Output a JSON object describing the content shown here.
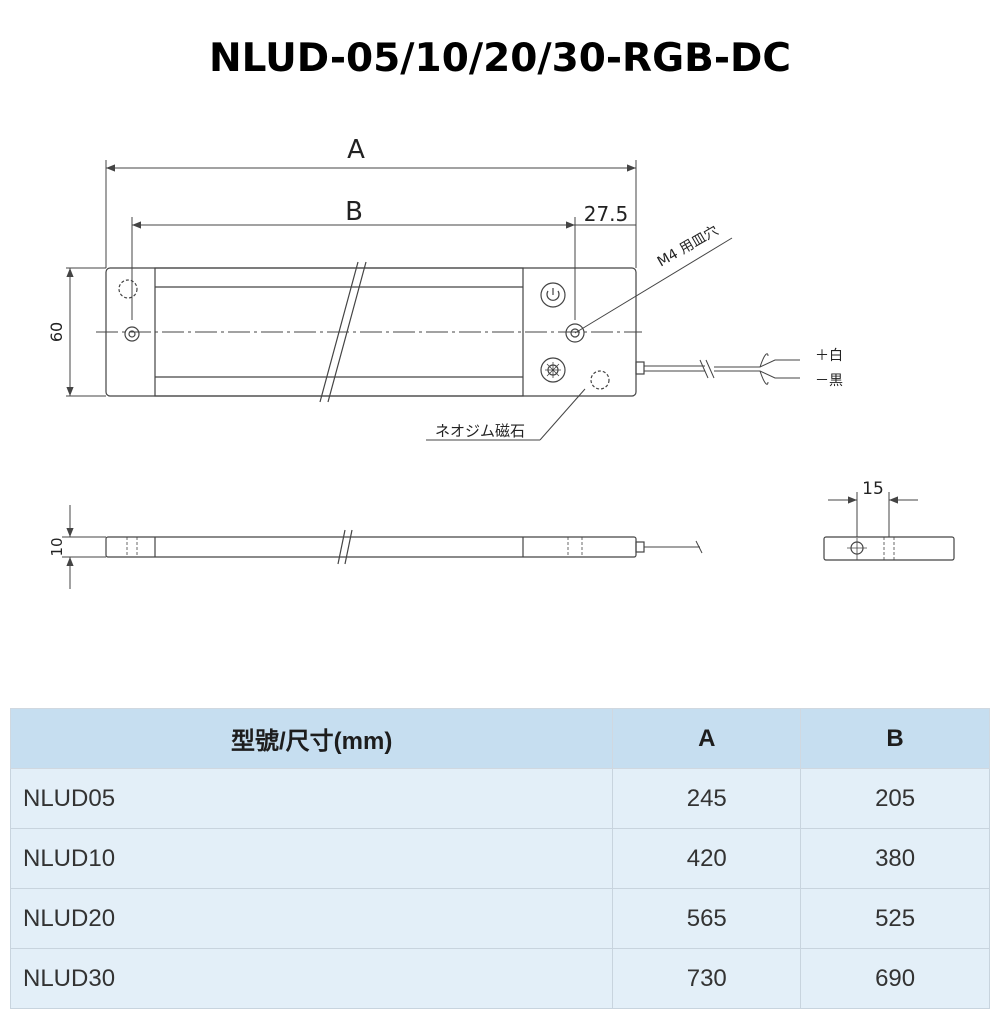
{
  "title": "NLUD-05/10/20/30-RGB-DC",
  "drawing": {
    "dim_a": "A",
    "dim_b": "B",
    "dim_offset": "27.5",
    "dim_height": "60",
    "dim_thickness": "10",
    "dim_side": "15",
    "label_hole": "M4 用皿穴",
    "label_magnet": "ネオジム磁石",
    "wire_positive": "＋白",
    "wire_negative": "－黒"
  },
  "table": {
    "headers": {
      "model": "型號/尺寸(mm)",
      "a": "A",
      "b": "B"
    },
    "rows": [
      {
        "model": "NLUD05",
        "a": "245",
        "b": "205"
      },
      {
        "model": "NLUD10",
        "a": "420",
        "b": "380"
      },
      {
        "model": "NLUD20",
        "a": "565",
        "b": "525"
      },
      {
        "model": "NLUD30",
        "a": "730",
        "b": "690"
      }
    ]
  }
}
